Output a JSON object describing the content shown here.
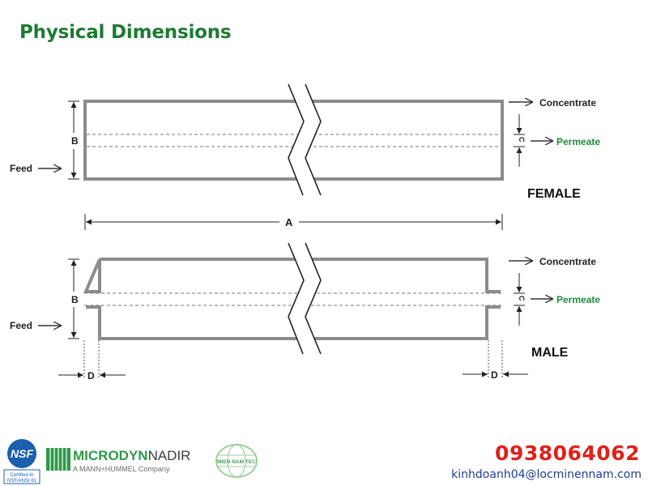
{
  "title": "Physical Dimensions",
  "diagram": {
    "female": {
      "label": "FEMALE",
      "feed": "Feed",
      "concentrate": "Concentrate",
      "permeate": "Permeate",
      "dim_b": "B",
      "dim_c": "C"
    },
    "dim_a": "A",
    "male": {
      "label": "MALE",
      "feed": "Feed",
      "concentrate": "Concentrate",
      "permeate": "Permeate",
      "dim_b": "B",
      "dim_c": "C",
      "dim_d_left": "D",
      "dim_d_right": "D"
    }
  },
  "footer": {
    "nsf": {
      "mark": "NSF",
      "cert_line1": "Certified to",
      "cert_line2": "NSF/ANSI 61"
    },
    "microdyn": {
      "name_part1": "MICRODYN",
      "name_part2": "NADIR",
      "tagline": "A MANN+HUMMEL Company"
    },
    "mien_nam": {
      "text": "MIEN NAM TEC"
    },
    "phone": "0938064062",
    "email": "kinhdoanh04@locminennam.com"
  },
  "colors": {
    "title": "#1e7a32",
    "permeate": "#1e8a3a",
    "outline": "#8c8c8c",
    "phone": "#e0201a",
    "email": "#1f3f95"
  }
}
